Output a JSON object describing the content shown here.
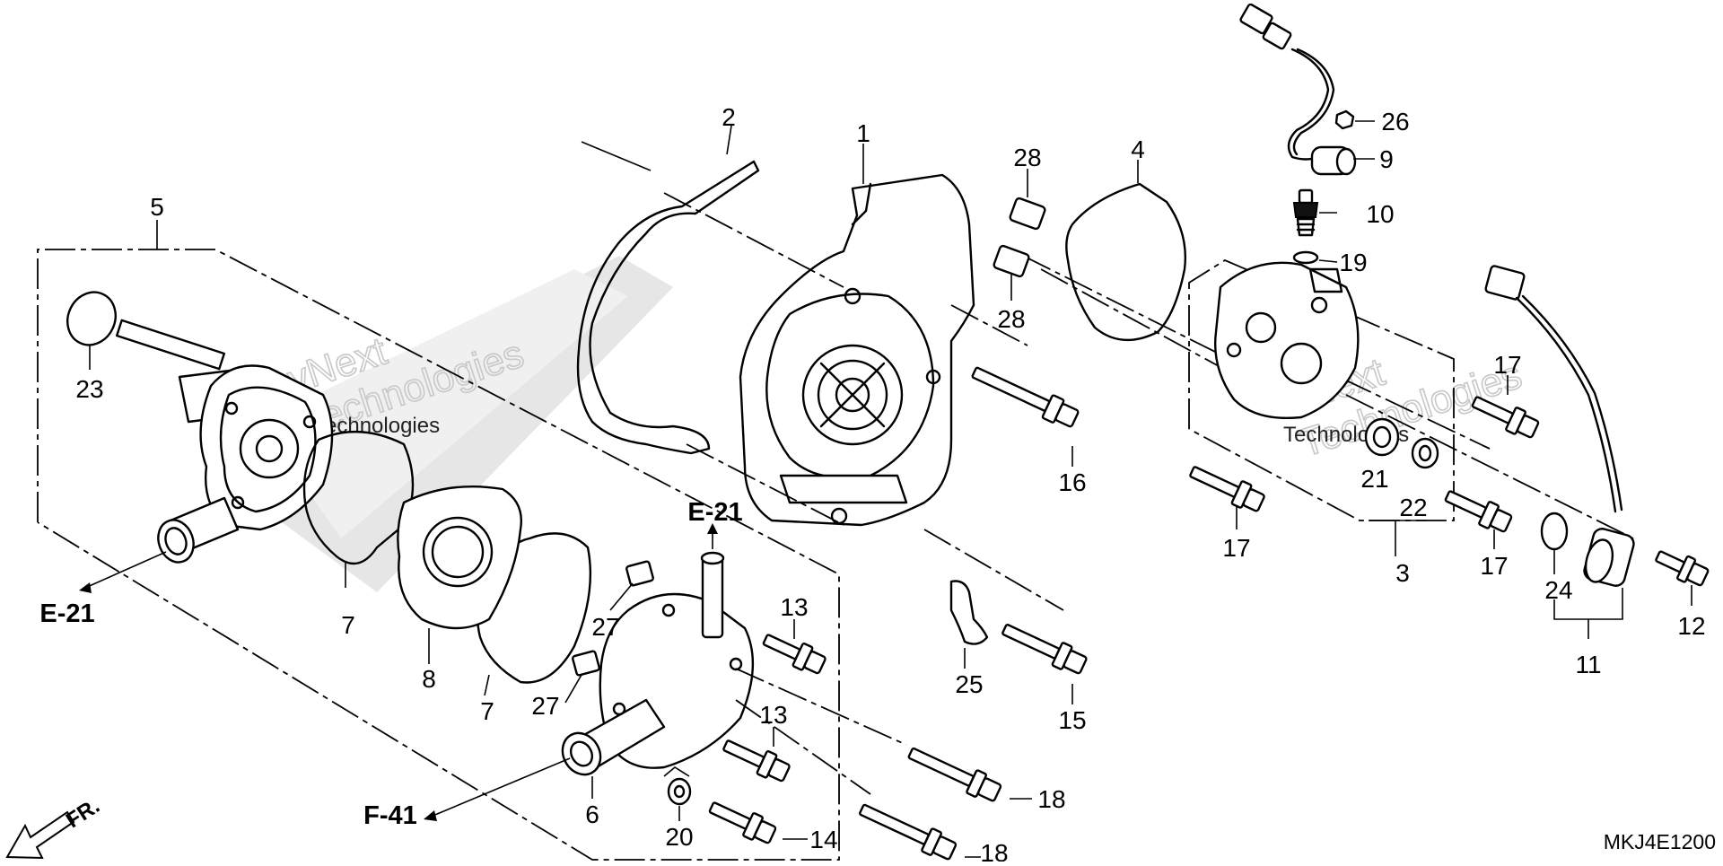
{
  "diagram": {
    "callouts": [
      "1",
      "2",
      "3",
      "4",
      "5",
      "6",
      "7",
      "8",
      "9",
      "10",
      "11",
      "12",
      "13",
      "14",
      "15",
      "16",
      "17",
      "18",
      "19",
      "20",
      "21",
      "22",
      "23",
      "24",
      "25",
      "26",
      "27",
      "28"
    ],
    "references": {
      "e21": "E-21",
      "f41": "F-41"
    },
    "direction_label": "FR.",
    "drawing_code": "MKJ4E1200",
    "watermark": {
      "line1": "vNext",
      "line2": "Technologies"
    }
  }
}
